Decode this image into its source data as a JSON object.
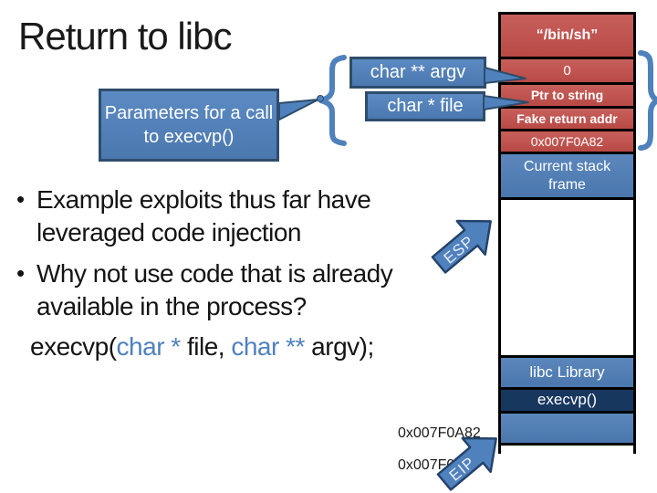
{
  "slide": {
    "title": "Return to libc"
  },
  "bullet_marker": "•",
  "bullets": [
    {
      "line1": "Example exploits thus far have",
      "line2": "leveraged code injection"
    },
    {
      "line1": "Why not use code that is already",
      "line2": "available in the process?"
    }
  ],
  "code": {
    "fn": "execvp(",
    "param1": "char *",
    "mid": " file, ",
    "param2": "char **",
    "end": " argv);"
  },
  "callouts": {
    "parameters": "Parameters for a call to execvp()",
    "argv": "char ** argv",
    "file": "char * file"
  },
  "stack": {
    "rows": [
      {
        "label": "“/bin/sh”"
      },
      {
        "label": "0"
      },
      {
        "label": "Ptr to string"
      },
      {
        "label": "Fake return addr"
      },
      {
        "label": "0x007F0A82"
      },
      {
        "label": "Current stack frame"
      },
      {
        "label": ""
      },
      {
        "label": "libc Library"
      },
      {
        "label": "execvp()"
      },
      {
        "label": ""
      }
    ]
  },
  "registers": {
    "esp": "ESP",
    "eip": "EIP"
  },
  "addresses": {
    "execvp_addr": "0x007F0A82",
    "libc_base": "0x007F0000"
  },
  "colors": {
    "red": "#C0504D",
    "blue": "#4F81BD",
    "navy": "#17375E",
    "blue_border": "#2E4D6B",
    "black": "#000000"
  }
}
